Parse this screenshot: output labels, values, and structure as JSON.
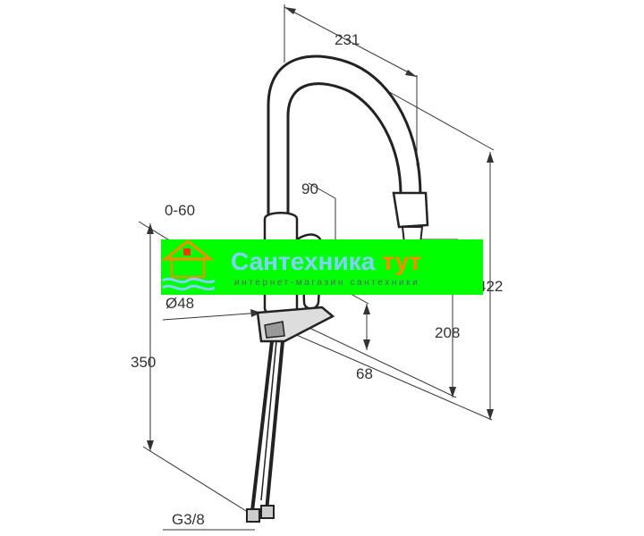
{
  "dimensions": {
    "length": "231",
    "angle": "90",
    "swivel": "0-60",
    "base_diameter": "Ø48",
    "base_offset": "68",
    "outlet_height": "208",
    "total_height": "422",
    "hose_length": "350",
    "connection": "G3/8"
  },
  "watermark": {
    "brand_part1": "Сантехника",
    "brand_part2": "тут",
    "tagline": "интернет-магазин сантехники",
    "banner_color": "#00ff00",
    "brand_color": "#7fd4ff",
    "accent_color": "#ff8a00"
  }
}
